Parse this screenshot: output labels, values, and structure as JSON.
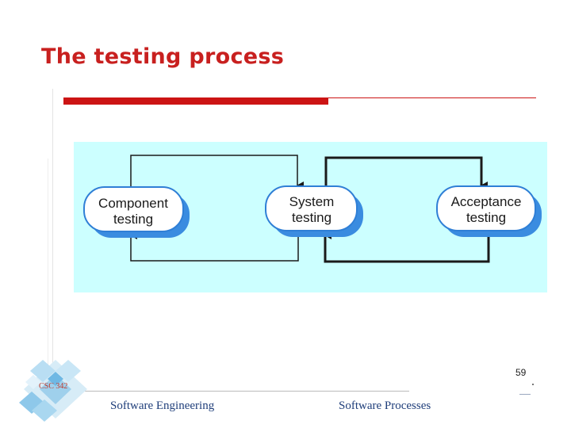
{
  "slide": {
    "title": "The testing process",
    "page_number": "59"
  },
  "diagram": {
    "nodes": [
      {
        "line1": "Component",
        "line2": "testing"
      },
      {
        "line1": "System",
        "line2": "testing"
      },
      {
        "line1": "Acceptance",
        "line2": "testing"
      }
    ]
  },
  "footer": {
    "course": "CSC 342",
    "left": "Software Engineering",
    "right": "Software Processes"
  }
}
